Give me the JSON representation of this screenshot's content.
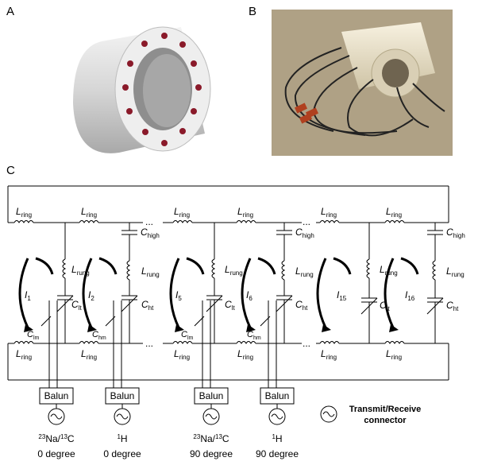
{
  "panels": {
    "a": "A",
    "b": "B",
    "c": "C"
  },
  "circuit": {
    "top_inductor": {
      "main": "L",
      "sub": "ring"
    },
    "bottom_inductor": {
      "main": "L",
      "sub": "ring"
    },
    "rung_inductor": {
      "main": "L",
      "sub": "rung"
    },
    "c_high": {
      "main": "C",
      "sub": "high"
    },
    "c_lt": {
      "main": "C",
      "sub": "lt"
    },
    "c_ht": {
      "main": "C",
      "sub": "ht"
    },
    "c_lm": {
      "main": "C",
      "sub": "lm"
    },
    "c_hm": {
      "main": "C",
      "sub": "hm"
    },
    "ellipsis": "...",
    "currents": [
      {
        "main": "I",
        "sub": "1"
      },
      {
        "main": "I",
        "sub": "2"
      },
      {
        "main": "I",
        "sub": "5"
      },
      {
        "main": "I",
        "sub": "6"
      },
      {
        "main": "I",
        "sub": "15"
      },
      {
        "main": "I",
        "sub": "16"
      }
    ],
    "balun": "Balun",
    "ports": [
      {
        "nucleus_sup1": "23",
        "nucleus1": "Na/",
        "nucleus_sup2": "13",
        "nucleus2": "C",
        "phase": "0 degree"
      },
      {
        "nucleus_sup1": "1",
        "nucleus1": "H",
        "nucleus_sup2": "",
        "nucleus2": "",
        "phase": "0 degree"
      },
      {
        "nucleus_sup1": "23",
        "nucleus1": "Na/",
        "nucleus_sup2": "13",
        "nucleus2": "C",
        "phase": "90 degree"
      },
      {
        "nucleus_sup1": "1",
        "nucleus1": "H",
        "nucleus_sup2": "",
        "nucleus2": "",
        "phase": "90 degree"
      }
    ],
    "legend": {
      "line1": "Transmit/Receive",
      "line2": "connector"
    }
  },
  "colors": {
    "ink": "#000000",
    "coil_body": "#dcdcdc",
    "coil_face": "#f0f0f0",
    "port_red": "#8a1a2a",
    "photo_bg": "#a99a7f",
    "cream_coil": "#ece4cf"
  }
}
